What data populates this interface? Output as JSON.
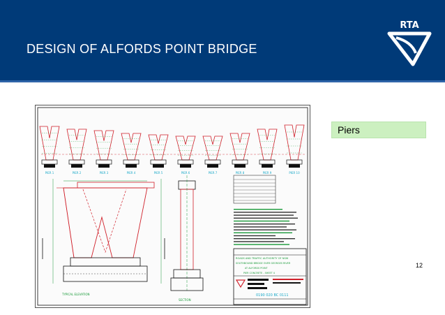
{
  "slide": {
    "title": "DESIGN OF ALFORDS POINT BRIDGE",
    "logo_text": "RTA",
    "label": "Piers",
    "page_number": "12"
  },
  "colors": {
    "header_bg": "#003a78",
    "label_bg": "#ccf0c0",
    "drawing_red": "#d0202a",
    "drawing_green": "#1a9a3a",
    "drawing_cyan": "#19a8c8",
    "drawing_black": "#111111"
  },
  "drawing": {
    "pier_labels": [
      "PIER 1",
      "PIER 2",
      "PIER 3",
      "PIER 4",
      "PIER 5",
      "PIER 6",
      "PIER 7",
      "PIER 8",
      "PIER 9",
      "PIER 10"
    ],
    "section_labels": [
      "TYPICAL ELEVATION",
      "SECTION"
    ],
    "title_block": {
      "authority": "ROADS AND TRAFFIC AUTHORITY OF NSW",
      "project": "SOUTHBOUND BRIDGE OVER GEORGES RIVER",
      "location": "AT ALFORDS POINT",
      "sheet": "PIER CONCRETE - SHEET 4",
      "drawing_no": "0190 020 BC 0111"
    },
    "icons": [
      "rta-logo-icon"
    ]
  }
}
